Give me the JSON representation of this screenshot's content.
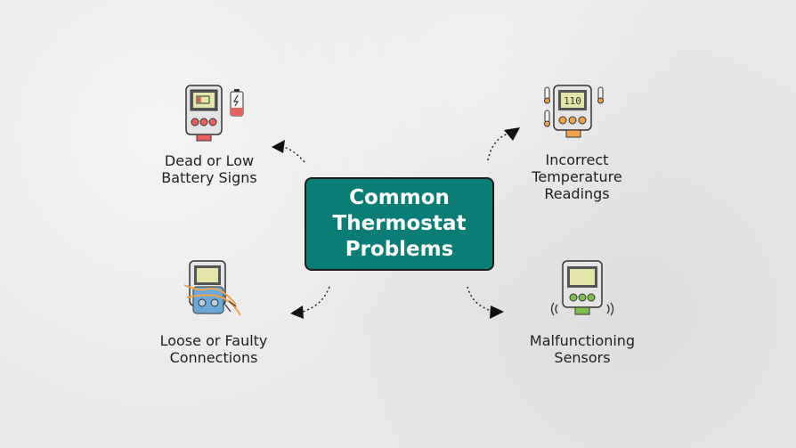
{
  "title": [
    "Common",
    "Thermostat",
    "Problems"
  ],
  "items": [
    {
      "label": [
        "Dead or Low",
        "Battery Signs"
      ],
      "icon": "battery-thermostat-icon"
    },
    {
      "label": [
        "Incorrect",
        "Temperature",
        "Readings"
      ],
      "icon": "temperature-thermostat-icon",
      "display": "110"
    },
    {
      "label": [
        "Loose or Faulty",
        "Connections"
      ],
      "icon": "wiring-thermostat-icon"
    },
    {
      "label": [
        "Malfunctioning",
        "Sensors"
      ],
      "icon": "sensor-thermostat-icon"
    }
  ],
  "colors": {
    "center": "#0a7d77",
    "red": "#e8615f",
    "orange": "#f0a24a",
    "blue": "#6aa9d8",
    "green": "#7cc04b",
    "screen": "#e3e6a8"
  }
}
